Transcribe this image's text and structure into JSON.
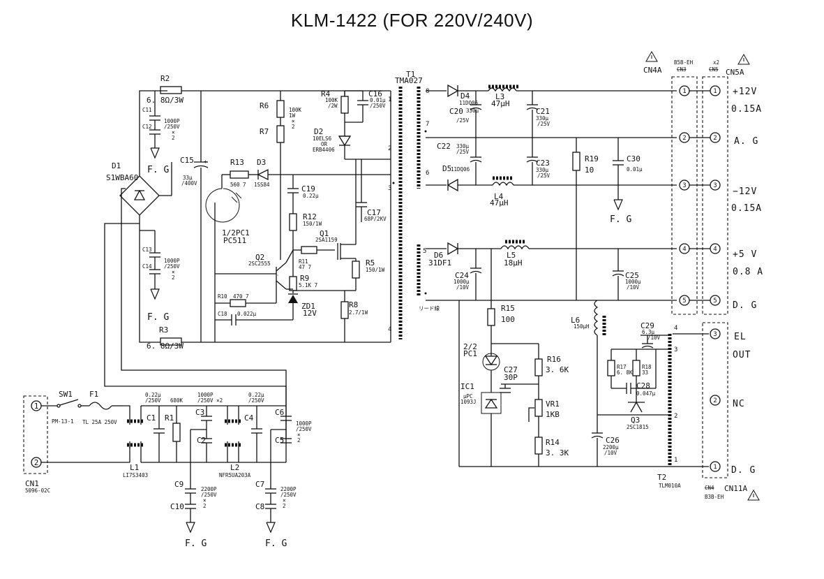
{
  "title": "KLM-1422 (FOR 220V/240V)",
  "frame_ground": "F. G",
  "input": {
    "connector": "CN1",
    "connector_part": "5096-02C",
    "pin1": "1",
    "pin2": "2",
    "switch": "SW1",
    "switch_part": "PM-13-1",
    "fuse": "F1",
    "fuse_rating": "TL 25A 250V"
  },
  "line_filter": {
    "c1": "C1",
    "c1_value": [
      "0.22μ",
      "/250V"
    ],
    "r1": "R1",
    "r1_value": "680K",
    "c3": "C3",
    "c3_value": [
      "1000P",
      "/250V ×2"
    ],
    "c2": "C2",
    "c4": "C4",
    "c4_value": [
      "0.22μ",
      "/250V"
    ],
    "c6": "C6",
    "c6_value": [
      "1000P",
      "/250V",
      "×",
      "2"
    ],
    "c5": "C5",
    "l1": "L1",
    "l1_part": "LI7S3403",
    "l2": "L2",
    "l2_part": "NFR5UA203A",
    "c9": "C9",
    "c10": "C10",
    "c9_value": [
      "2200P",
      "/250V",
      "×",
      "2"
    ],
    "c7": "C7",
    "c8": "C8",
    "c7_value": [
      "2200P",
      "/250V",
      "×",
      "2"
    ]
  },
  "primary": {
    "d1": "D1",
    "d1_part": "S1WBA60",
    "r2": "R2",
    "r2_value": "6. 8Ω/3W",
    "r3": "R3",
    "r3_value": "6. 8Ω/3W",
    "c11": "C11",
    "c12": "C12",
    "c12_value": [
      "1000P",
      "/250V",
      "×",
      "2"
    ],
    "c13": "C13",
    "c14": "C14",
    "c14_value": [
      "1000P",
      "/250V",
      "×",
      "2"
    ],
    "c15": "C15",
    "c15_value": [
      "33μ",
      "/400V"
    ],
    "r6": "R6",
    "r6_value": [
      "100K",
      "1W",
      "×",
      "2"
    ],
    "r7": "R7",
    "r4": "R4",
    "r4_value": [
      "100K",
      "/2W"
    ],
    "c16": "C16",
    "c16_value": [
      "0.01μ",
      "/250V"
    ],
    "d2": "D2",
    "d2_part": [
      "10ELS6",
      "OR",
      "ERB4406"
    ],
    "r13": "R13",
    "r13_value": "560 7",
    "d3": "D3",
    "d3_part": "1SS84",
    "pc1": "1/2PC1",
    "pc1_part": "PC511",
    "c19": "C19",
    "c19_value": "0.22μ",
    "r12": "R12",
    "r12_value": "150/1W",
    "q1": "Q1",
    "q1_part": "2SA1159",
    "c17": "C17",
    "c17_value": "68P/2KV",
    "q2": "Q2",
    "q2_part": "2SC2555",
    "r11": "R11",
    "r11_value": "47 7",
    "r5": "R5",
    "r5_value": "150/1W",
    "r9": "R9",
    "r9_value": "5.1K 7",
    "r10": "R10",
    "r10_value": "470 7",
    "c18": "C18",
    "c18_value": "0.022μ",
    "zd1": "ZD1",
    "zd1_value": "12V",
    "r8": "R8",
    "r8_value": "2.7/1W"
  },
  "transformer_t1": {
    "name": "T1",
    "part": "TMA027",
    "pins": [
      "8",
      "1",
      "7",
      "2",
      "6",
      "3",
      "5",
      "4"
    ],
    "lead_note": "リード線"
  },
  "secondary": {
    "d4": "D4",
    "d4_part": "11DQ06",
    "l3": "L3",
    "l3_value": "47μH",
    "c20": "C20",
    "c20_value": [
      "330μ",
      "/25V"
    ],
    "c21": "C21",
    "c21_value": [
      "330μ",
      "/25V"
    ],
    "c22": "C22",
    "c22_value": [
      "330μ",
      "/25V"
    ],
    "c23": "C23",
    "c23_value": [
      "330μ",
      "/25V"
    ],
    "d5": "D5",
    "d5_part": "11DQ06",
    "l4": "L4",
    "l4_value": "47μH",
    "r19": "R19",
    "r19_value": "10",
    "c30": "C30",
    "c30_value": "0.01μ",
    "d6": "D6",
    "d6_part": "31DF1",
    "l5": "L5",
    "l5_value": "18μH",
    "c24": "C24",
    "c24_value": [
      "1000μ",
      "/10V"
    ],
    "c25": "C25",
    "c25_value": [
      "1000μ",
      "/10V"
    ],
    "r15": "R15",
    "r15_value": "100",
    "pc1b": "2/2",
    "pc1b_part": "PC1",
    "ic1": "IC1",
    "ic1_part": [
      "μPC",
      "1093J"
    ],
    "c27": "C27",
    "c27_value": "30P",
    "r16": "R16",
    "r16_value": "3. 6K",
    "vr1": "VR1",
    "vr1_value": "1KB",
    "r14": "R14",
    "r14_value": "3. 3K",
    "c26": "C26",
    "c26_value": [
      "2200μ",
      "/10V"
    ],
    "l6": "L6",
    "l6_value": "150μH",
    "c29": "C29",
    "c29_value": [
      "6.3μ",
      "/10V"
    ],
    "r17": "R17",
    "r17_value": "6. 8K",
    "r18": "R18",
    "r18_value": "33",
    "c28": "C28",
    "c28_value": "0.047μ",
    "q3": "Q3",
    "q3_part": "2SC1815",
    "t2": "T2",
    "t2_part": "TLM010A",
    "t2_pins": [
      "4",
      "3",
      "2",
      "1"
    ]
  },
  "connectors": {
    "cn4a": "CN4A",
    "cn5a": "CN5A",
    "cn11a": "CN11A",
    "header_part": "B5B-EH",
    "header_count": "x2",
    "struck_a": "CN3",
    "struck_b": "CN5",
    "struck_c": "CN4",
    "footer_part": "B3B-EH",
    "pins_top": [
      "1",
      "2",
      "3",
      "4",
      "5"
    ],
    "pins_el": [
      "3",
      "2",
      "1"
    ]
  },
  "outputs": [
    {
      "label": "+12V",
      "current": "0.15A"
    },
    {
      "label": "A. G"
    },
    {
      "label": "−12V",
      "current": "0.15A"
    },
    {
      "label": "+5 V",
      "current": "0.8 A"
    },
    {
      "label": "D. G"
    },
    {
      "label": "EL"
    },
    {
      "label": "OUT"
    },
    {
      "label": "NC"
    },
    {
      "label": "D. G"
    }
  ]
}
